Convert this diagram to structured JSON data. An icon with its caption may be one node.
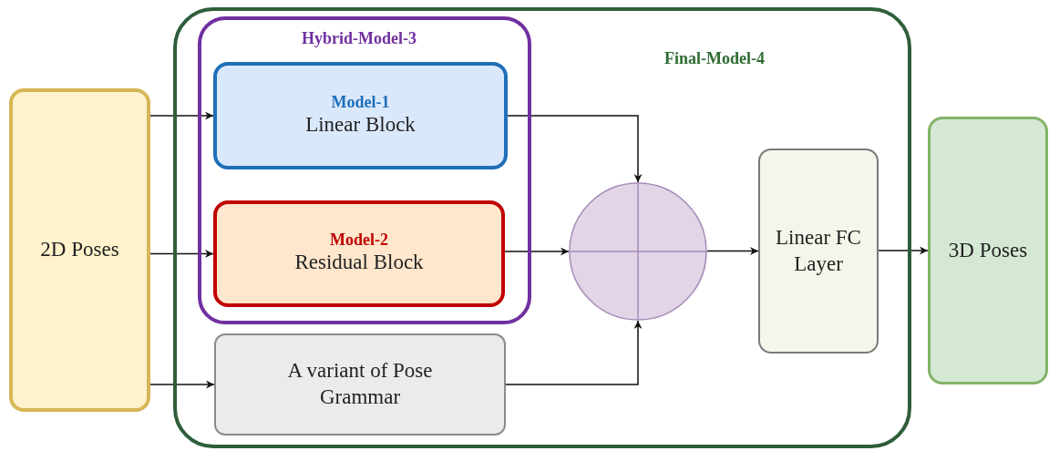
{
  "diagram": {
    "nodes": [
      {
        "text": [
          "2D Poses"
        ]
      },
      {
        "text": [
          "Final-Model-4"
        ]
      },
      {
        "text": [
          "Hybrid-Model-3"
        ],
        "in": 1
      },
      {
        "text": [
          "Model-1",
          "Linear Block"
        ],
        "in": 2
      },
      {
        "text": [
          "Model-2",
          "Residual Block"
        ],
        "in": 2
      },
      {
        "text": [
          "A variant of Pose Grammar"
        ],
        "in": 1
      },
      {
        "text": [],
        "shape": "circle",
        "in": 1
      },
      {
        "text": [
          "Linear FC Layer"
        ],
        "in": 1
      },
      {
        "text": [
          "3D Poses"
        ]
      }
    ],
    "edges": [
      {
        "from": 0,
        "to": 3,
        "arrow": "to"
      },
      {
        "from": 0,
        "to": 4,
        "arrow": "to"
      },
      {
        "from": 0,
        "to": 5,
        "arrow": "to"
      },
      {
        "from": 3,
        "to": 6,
        "arrow": "to"
      },
      {
        "from": 4,
        "to": 6,
        "arrow": "to"
      },
      {
        "from": 5,
        "to": 6,
        "arrow": "to"
      },
      {
        "from": 6,
        "to": 7,
        "arrow": "to"
      },
      {
        "from": 7,
        "to": 8,
        "arrow": "to"
      }
    ]
  }
}
